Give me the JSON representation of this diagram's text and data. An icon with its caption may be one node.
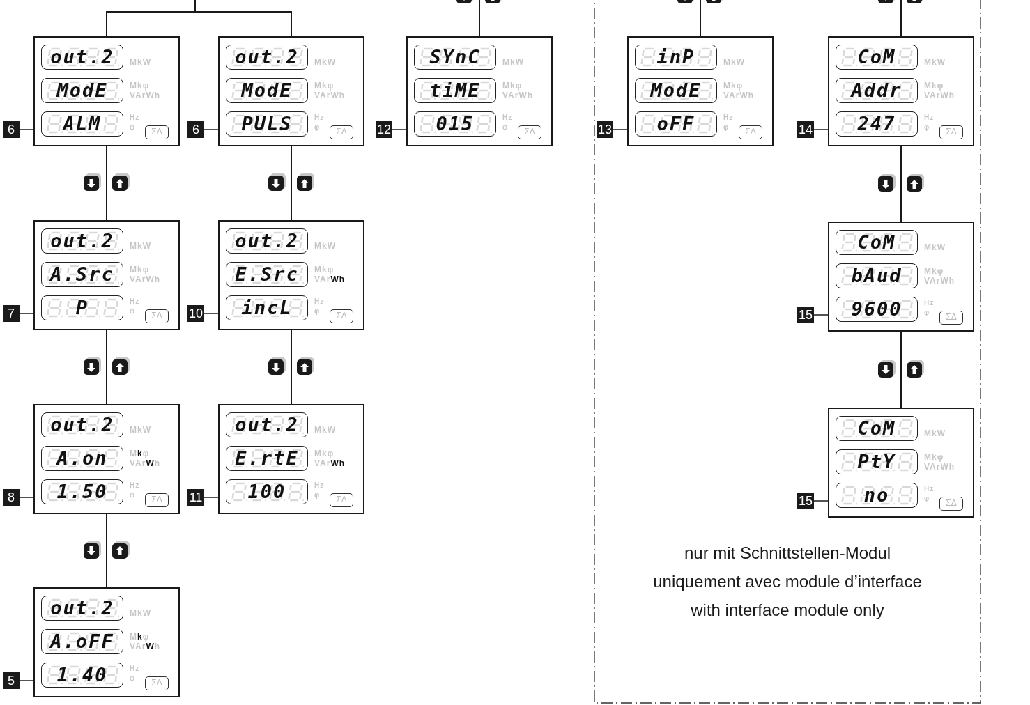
{
  "diagram": {
    "nodes": [
      {
        "text": [
          "out.2",
          "MkW",
          "ModE",
          "Mkφ VArWh",
          "ALM",
          "Hz φ",
          "ΣΔ"
        ]
      },
      {
        "text": [
          "out.2",
          "MkW",
          "ModE",
          "Mkφ VArWh",
          "PULS",
          "Hz φ",
          "ΣΔ"
        ]
      },
      {
        "text": [
          "SYnC",
          "MkW",
          "tiME",
          "Mkφ VArWh",
          "015",
          "Hz φ",
          "ΣΔ"
        ]
      },
      {
        "text": [
          "nur mit Schnittstellen-Modul",
          "uniquement avec module d’interface",
          "with interface module only"
        ]
      },
      {
        "text": [
          "inP",
          "MkW",
          "ModE",
          "Mkφ VArWh",
          "oFF",
          "Hz φ",
          "ΣΔ"
        ],
        "in": 3
      },
      {
        "text": [
          "CoM",
          "MkW",
          "Addr",
          "Mkφ VArWh",
          "247",
          "Hz φ",
          "ΣΔ"
        ],
        "in": 3
      },
      {
        "text": [
          "out.2",
          "MkW",
          "A.Src",
          "Mkφ VArWh",
          "P",
          "Hz φ",
          "ΣΔ"
        ]
      },
      {
        "text": [
          "out.2",
          "MkW",
          "E.Src",
          "Mkφ VAr**Wh**",
          "incL",
          "Hz φ",
          "ΣΔ"
        ]
      },
      {
        "text": [
          "CoM",
          "MkW",
          "bAud",
          "Mkφ VArWh",
          "9600",
          "Hz φ",
          "ΣΔ"
        ],
        "in": 3
      },
      {
        "text": [
          "out.2",
          "MkW",
          "A.on",
          "M**k**φ VAr**W**h",
          "1.50",
          "Hz φ",
          "ΣΔ"
        ]
      },
      {
        "text": [
          "out.2",
          "MkW",
          "E.rtE",
          "Mkφ VAr**Wh**",
          "100",
          "Hz φ",
          "ΣΔ"
        ]
      },
      {
        "text": [
          "CoM",
          "MkW",
          "PtY",
          "Mkφ VArWh",
          "no",
          "Hz φ",
          "ΣΔ"
        ],
        "in": 3
      },
      {
        "text": [
          "out.2",
          "MkW",
          "A.oFF",
          "M**k**φ VAr**W**h",
          "1.40",
          "Hz φ",
          "ΣΔ"
        ]
      },
      {
        "text": [
          "6"
        ]
      },
      {
        "text": [
          "6"
        ]
      },
      {
        "text": [
          "12"
        ]
      },
      {
        "text": [
          "13"
        ],
        "in": 3
      },
      {
        "text": [
          "14"
        ],
        "in": 3
      },
      {
        "text": [
          "7"
        ]
      },
      {
        "text": [
          "10"
        ]
      },
      {
        "text": [
          "15"
        ],
        "in": 3
      },
      {
        "text": [
          "8"
        ]
      },
      {
        "text": [
          "11"
        ]
      },
      {
        "text": [
          "15"
        ],
        "in": 3
      },
      {
        "text": [
          "5"
        ]
      }
    ],
    "edges": [
      {
        "from": null,
        "to": 0,
        "arrow": "none"
      },
      {
        "from": null,
        "to": 1,
        "arrow": "none"
      },
      {
        "from": null,
        "to": 2,
        "arrow": "none"
      },
      {
        "from": null,
        "to": 4,
        "arrow": "none"
      },
      {
        "from": null,
        "to": 5,
        "arrow": "none"
      },
      {
        "from": 0,
        "to": 6,
        "arrow": "none"
      },
      {
        "from": 6,
        "to": 9,
        "arrow": "none"
      },
      {
        "from": 9,
        "to": 12,
        "arrow": "none"
      },
      {
        "from": 1,
        "to": 7,
        "arrow": "none"
      },
      {
        "from": 7,
        "to": 10,
        "arrow": "none"
      },
      {
        "from": 5,
        "to": 8,
        "arrow": "none"
      },
      {
        "from": 8,
        "to": 11,
        "arrow": "none"
      },
      {
        "from": 13,
        "to": 0,
        "arrow": "none"
      },
      {
        "from": 14,
        "to": 1,
        "arrow": "none"
      },
      {
        "from": 15,
        "to": 2,
        "arrow": "none"
      },
      {
        "from": 16,
        "to": 4,
        "arrow": "none"
      },
      {
        "from": 17,
        "to": 5,
        "arrow": "none"
      },
      {
        "from": 18,
        "to": 6,
        "arrow": "none"
      },
      {
        "from": 19,
        "to": 7,
        "arrow": "none"
      },
      {
        "from": 20,
        "to": 8,
        "arrow": "none"
      },
      {
        "from": 21,
        "to": 9,
        "arrow": "none"
      },
      {
        "from": 22,
        "to": 10,
        "arrow": "none"
      },
      {
        "from": 23,
        "to": 11,
        "arrow": "none"
      },
      {
        "from": 24,
        "to": 12,
        "arrow": "none"
      }
    ]
  }
}
